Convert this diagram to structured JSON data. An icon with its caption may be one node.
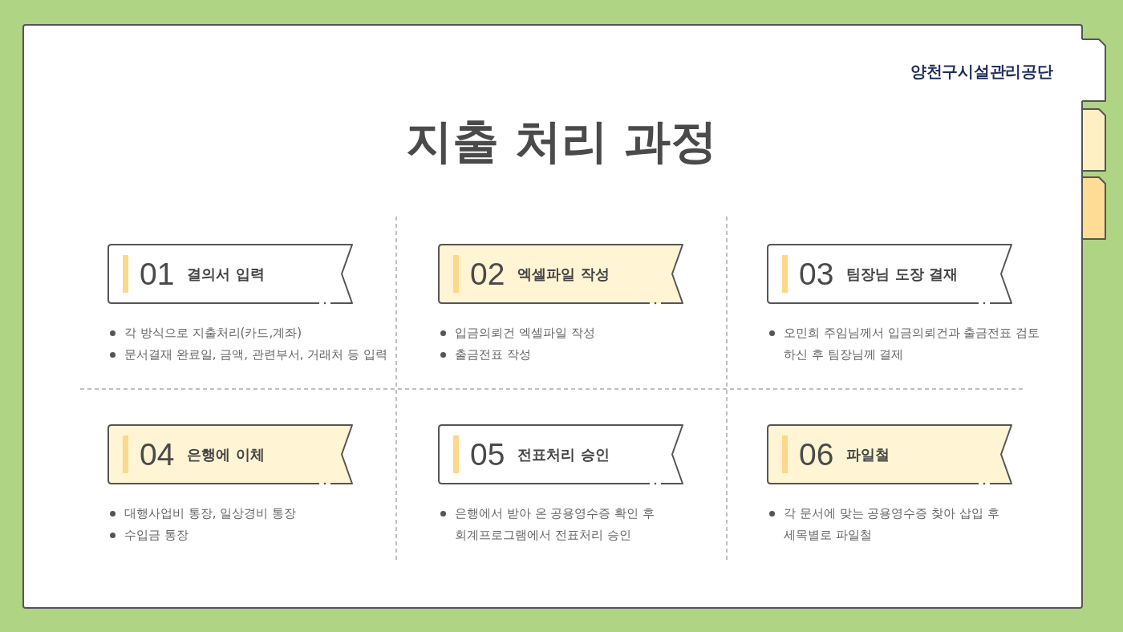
{
  "diagram": {
    "title": "지출 처리 과정",
    "nodes": [
      {
        "text": [
          "01",
          "결의서 입력"
        ],
        "beside": [
          "각 방식으로 지출처리(카드,계좌)",
          "문서결재 완료일, 금액, 관련부서, 거래처 등 입력"
        ]
      },
      {
        "text": [
          "02",
          "엑셀파일 작성"
        ],
        "beside": [
          "입금의뢰건 엑셀파일 작성",
          "출금전표 작성"
        ]
      },
      {
        "text": [
          "03",
          "팀장님 도장 결재"
        ],
        "beside": [
          "오민희 주임님께서 입금의뢰건과 출금전표 검토 하신 후 팀장님께 결제"
        ]
      },
      {
        "text": [
          "04",
          "은행에 이체"
        ],
        "beside": [
          "대행사업비 통장, 일상경비 통장",
          "수입금 통장"
        ]
      },
      {
        "text": [
          "05",
          "전표처리 승인"
        ],
        "beside": [
          "은행에서 받아 온 공용영수증 확인 후 회계프로그램에서 전표처리 승인"
        ]
      },
      {
        "text": [
          "06",
          "파일철"
        ],
        "beside": [
          "각 문서에 맞는 공용영수증 찾아 삽입 후 세목별로 파일철"
        ]
      }
    ],
    "labels": [
      "양천구시설관리공단"
    ]
  }
}
